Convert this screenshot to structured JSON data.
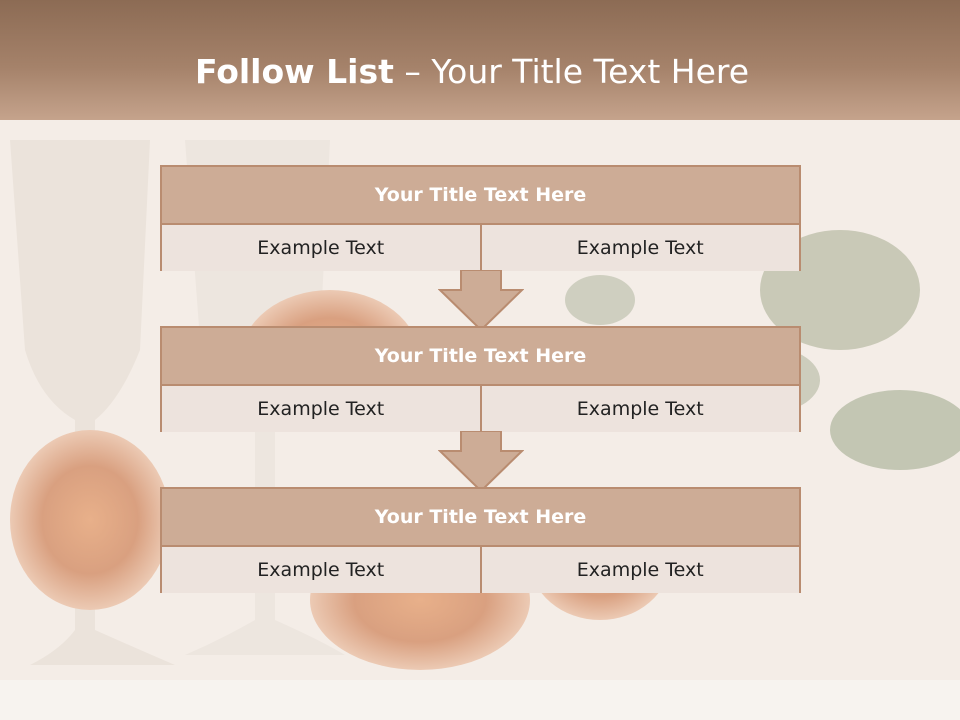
{
  "slide": {
    "title_bold": "Follow List",
    "title_rest": " – Your Title Text Here"
  },
  "blocks": [
    {
      "title": "Your Title Text Here",
      "left": "Example Text",
      "right": "Example Text"
    },
    {
      "title": "Your Title Text Here",
      "left": "Example Text",
      "right": "Example Text"
    },
    {
      "title": "Your Title Text Here",
      "left": "Example Text",
      "right": "Example Text"
    }
  ],
  "colors": {
    "header": "#a5826a",
    "block_title_fill": "#cdac96",
    "block_border": "#b98c70",
    "cell_fill": "#ede3dd"
  }
}
